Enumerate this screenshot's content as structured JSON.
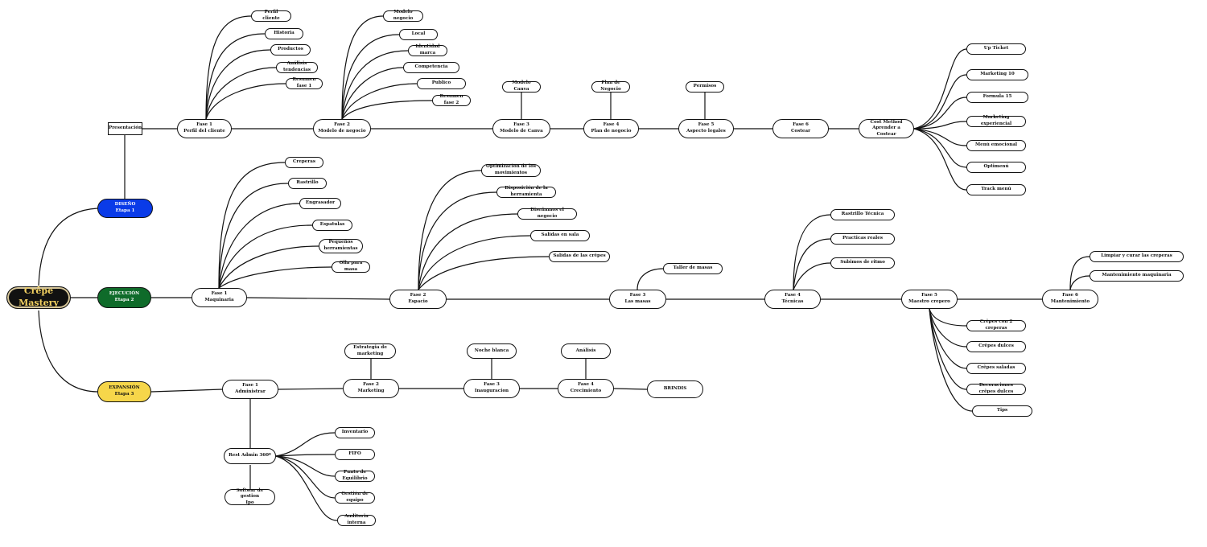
{
  "root": "Crêpe Mastery",
  "colors": {
    "diseno": "#0a3be8",
    "ejecucion": "#0f6b2a",
    "expansion": "#f6d64a",
    "root": "#111111",
    "root_text": "#f2d060"
  },
  "stages": {
    "diseno": "DISEÑO\nEtapa 1",
    "ejecucion": "EJECUCIÓN\nEtapa 2",
    "expansion": "EXPANSIÓN\nEtapa 3"
  },
  "diseno": {
    "presentacion": "Presentación",
    "fase1": {
      "label": "Fase 1\nPerfil del cliente",
      "items": [
        "Perfil cliente",
        "Historia",
        "Productos",
        "Análisis tendencias",
        "Resumen fase 1"
      ]
    },
    "fase2": {
      "label": "Fase 2\nModelo de negocio",
      "items": [
        "Modelo negocio",
        "Local",
        "Identidad marca",
        "Competencia",
        "Publico",
        "Resumen fase 2"
      ]
    },
    "fase3": {
      "label": "Fase 3\nModelo de Canva",
      "top": "Modelo Canva"
    },
    "fase4": {
      "label": "Fase 4\nPlan de negocio",
      "top": "Plan de Negocio"
    },
    "fase5": {
      "label": "Fase 5\nAspecto legales",
      "top": "Permisos"
    },
    "fase6": {
      "label": "Fase 6\nCostear"
    },
    "cost": {
      "label": "Cost Method\nAprender a Costear",
      "items": [
        "Up Ticket",
        "Marketing 10",
        "Formula 15",
        "Marketing experiencial",
        "Menú emocional",
        "Optimenú",
        "Track menú"
      ]
    }
  },
  "ejecucion": {
    "fase1": {
      "label": "Fase 1\nMaquinaria",
      "items": [
        "Creperas",
        "Rastrillo",
        "Engrasador",
        "Espatulas",
        "Pequeños\nherramientas",
        "Olla para masa"
      ]
    },
    "fase2": {
      "label": "Fase 2\nEspacio",
      "items": [
        "Optimizacion de los\nmovimientos",
        "Disposición de la herramienta",
        "Diseñamos el negocio",
        "Salidas en sala",
        "Salidas de las crêpes"
      ]
    },
    "fase3": {
      "label": "Fase 3\nLas masas",
      "top": "Taller de masas"
    },
    "fase4": {
      "label": "Fase 4\nTécnicas",
      "items": [
        "Rastrillo Técnica",
        "Practicas reales",
        "Subimos de ritmo"
      ]
    },
    "fase5": {
      "label": "Fase 5\nMaestro crepero",
      "items": [
        "Crêpes con 2 creperas",
        "Crêpes dulces",
        "Crêpes saladas",
        "Decoraciones crêpes dulces",
        "Tips"
      ]
    },
    "fase6": {
      "label": "Fase 6\nMantenimiento",
      "items": [
        "Limpiar y curar las creperas",
        "Mantenimiento maquinaria"
      ]
    }
  },
  "expansion": {
    "fase1": {
      "label": "Fase 1\nAdministrar"
    },
    "fase2": {
      "label": "Fase 2\nMarketing",
      "top": "Estrategia de marketing"
    },
    "fase3": {
      "label": "Fase 3\nInauguracion",
      "top": "Noche blanca"
    },
    "fase4": {
      "label": "Fase 4\nCrecimiento",
      "top": "Análisis"
    },
    "brindis": "BRINDIS",
    "rest": {
      "label": "Rest Admin 360º",
      "items": [
        "Inventario",
        "FIFO",
        "Punto de Equilibrio",
        "Gestión de equipo",
        "Auditoria interna"
      ]
    },
    "software": "Softwar de gestion\nIpo"
  }
}
